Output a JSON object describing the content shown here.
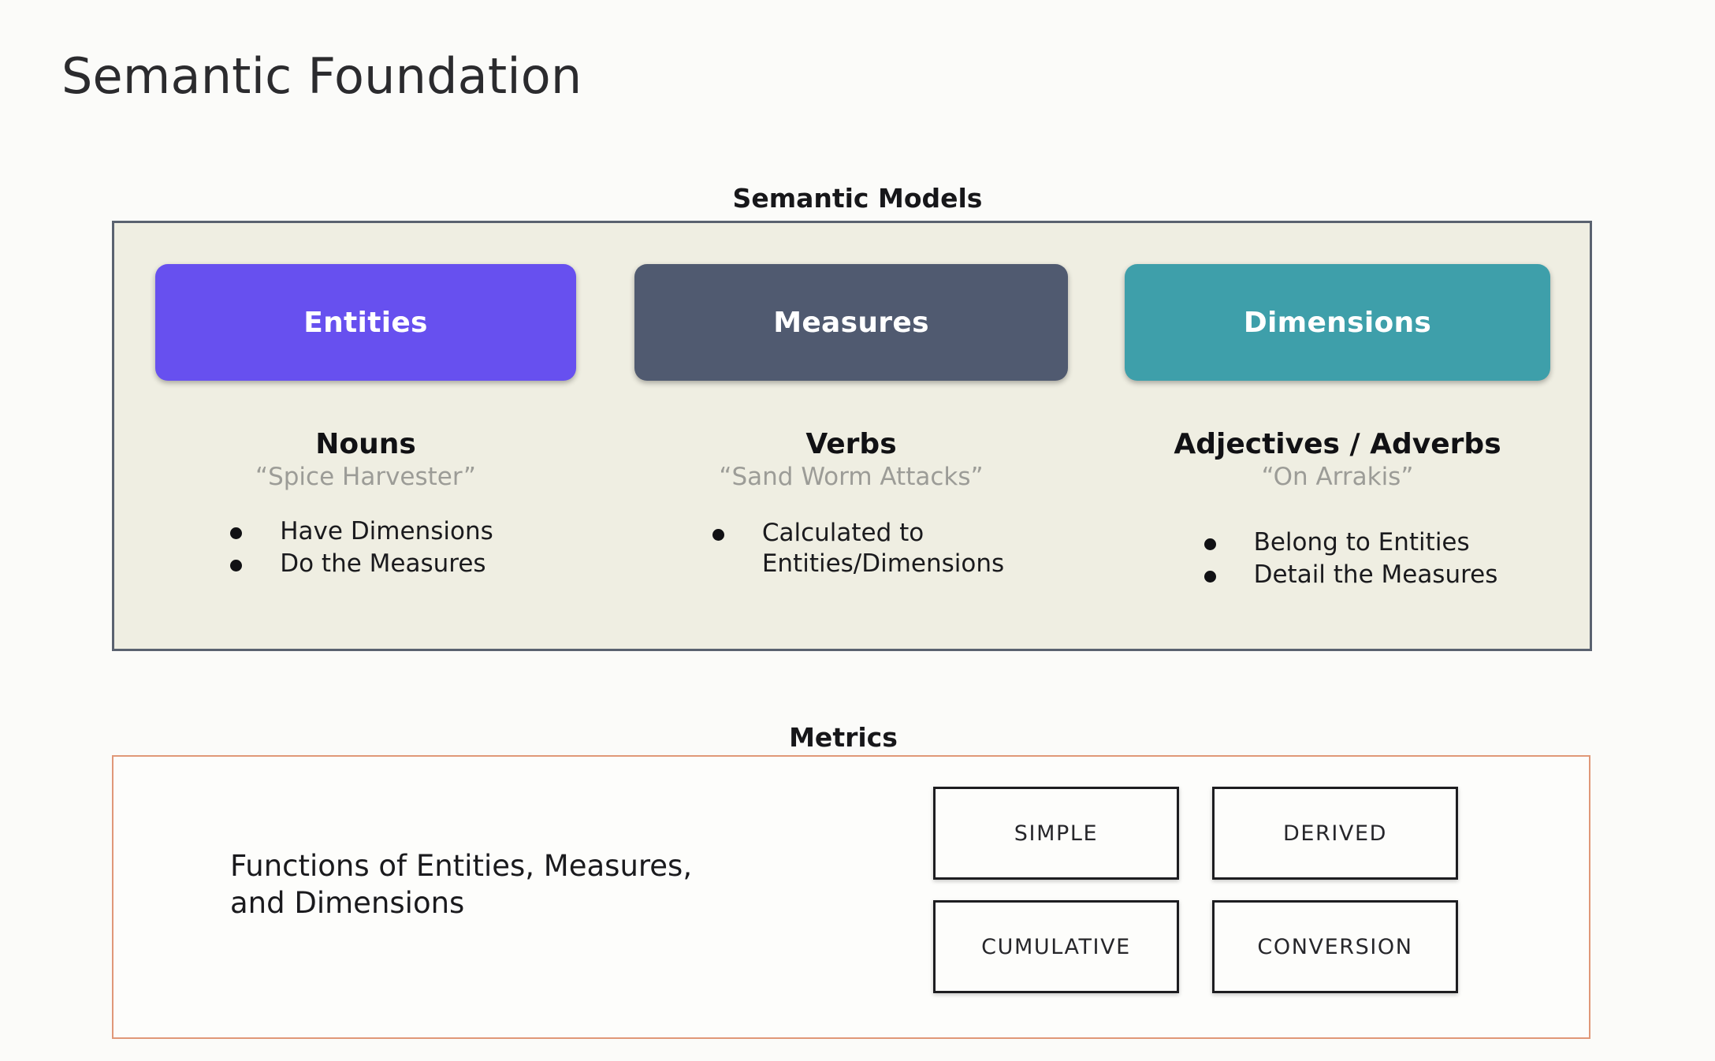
{
  "slide": {
    "title": "Semantic Foundation",
    "background_color": "#fbfbf9"
  },
  "semantic_models": {
    "section_label": "Semantic Models",
    "panel_background": "#efeee2",
    "panel_border_color": "#5a6270",
    "columns": [
      {
        "pill_label": "Entities",
        "pill_color": "#6750ef",
        "part_of_speech": "Nouns",
        "example": "“Spice Harvester”",
        "bullets": [
          "Have Dimensions",
          "Do the Measures"
        ]
      },
      {
        "pill_label": "Measures",
        "pill_color": "#505a70",
        "part_of_speech": "Verbs",
        "example": "“Sand Worm Attacks”",
        "bullets": [
          "Calculated to\nEntities/Dimensions"
        ]
      },
      {
        "pill_label": "Dimensions",
        "pill_color": "#3e9faa",
        "part_of_speech": "Adjectives / Adverbs",
        "example": "“On Arrakis”",
        "bullets": [
          "Belong to Entities",
          "Detail the Measures"
        ]
      }
    ]
  },
  "metrics": {
    "section_label": "Metrics",
    "panel_border_color": "#e09878",
    "panel_background": "#fdfdfb",
    "description": "Functions of Entities, Measures,\nand Dimensions",
    "types": [
      "SIMPLE",
      "DERIVED",
      "CUMULATIVE",
      "CONVERSION"
    ]
  }
}
